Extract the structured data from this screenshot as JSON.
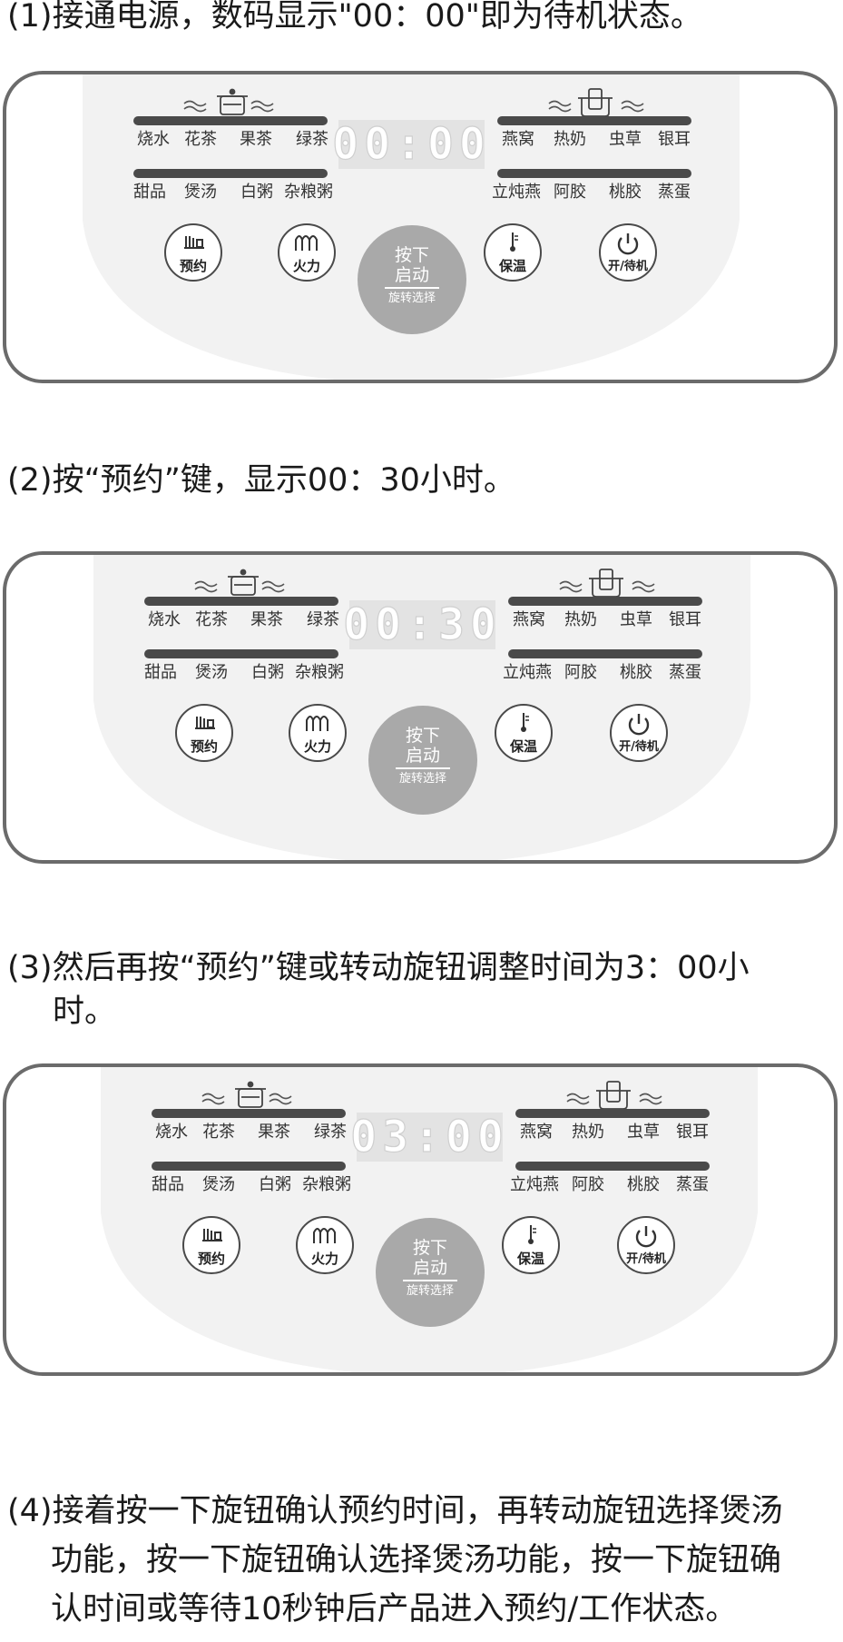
{
  "steps": [
    {
      "lines": [
        "(1)接通电源，数码显示\"00：00\"即为待机状态。"
      ]
    },
    {
      "lines": [
        "(2)按“预约”键，显示00：30小时。"
      ]
    },
    {
      "lines": [
        "(3)然后再按“预约”键或转动旋钮调整时间为3：00小",
        "时。"
      ]
    },
    {
      "lines": [
        "(4)接着按一下旋钮确认预约时间，再转动旋钮选择煲汤",
        "功能，按一下旋钮确认选择煲汤功能，按一下旋钮确",
        "认时间或等待10秒钟后产品进入预约/工作状态。"
      ]
    }
  ],
  "panel": {
    "left_top": [
      "烧水",
      "花茶",
      "果茶",
      "绿茶"
    ],
    "left_bottom": [
      "甜品",
      "煲汤",
      "白粥",
      "杂粮粥"
    ],
    "right_top": [
      "燕窝",
      "热奶",
      "虫草",
      "银耳"
    ],
    "right_bottom": [
      "立炖燕",
      "阿胶",
      "桃胶",
      "蒸蛋"
    ],
    "buttons": {
      "reserve": "预约",
      "fire": "火力",
      "keep_warm": "保温",
      "power": "开/待机"
    },
    "knob": {
      "line1": "按下",
      "line2": "启动",
      "line3": "旋转选择"
    }
  },
  "displays": [
    "00:00",
    "00:30",
    "03:00"
  ],
  "colors": {
    "frame": "#6b6b6b",
    "face": "#f2f2f2",
    "bar": "#4a4a4a",
    "knob": "#a9a9a9",
    "digit_bg": "#e3e3e3"
  },
  "icons": [
    "hand-icon",
    "flame-wave-icon",
    "thermometer-icon",
    "power-icon",
    "pot-icon",
    "stew-pot-icon",
    "steam-wave-icon"
  ]
}
